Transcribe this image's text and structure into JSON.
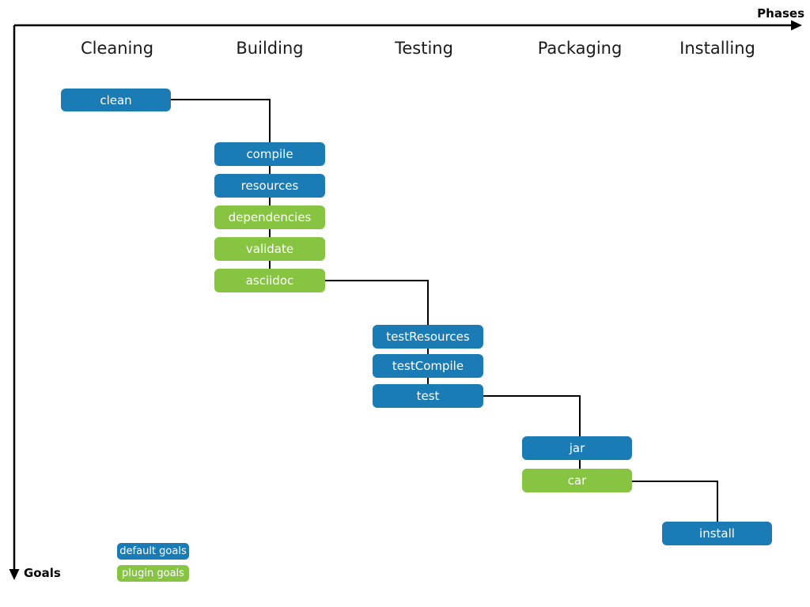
{
  "axes": {
    "x_label": "Phases",
    "y_label": "Goals"
  },
  "phases": [
    {
      "label": "Cleaning"
    },
    {
      "label": "Building"
    },
    {
      "label": "Testing"
    },
    {
      "label": "Packaging"
    },
    {
      "label": "Installing"
    }
  ],
  "nodes": [
    {
      "label": "clean",
      "phase": "Cleaning",
      "type": "default"
    },
    {
      "label": "compile",
      "phase": "Building",
      "type": "default"
    },
    {
      "label": "resources",
      "phase": "Building",
      "type": "default"
    },
    {
      "label": "dependencies",
      "phase": "Building",
      "type": "plugin"
    },
    {
      "label": "validate",
      "phase": "Building",
      "type": "plugin"
    },
    {
      "label": "asciidoc",
      "phase": "Building",
      "type": "plugin"
    },
    {
      "label": "testResources",
      "phase": "Testing",
      "type": "default"
    },
    {
      "label": "testCompile",
      "phase": "Testing",
      "type": "default"
    },
    {
      "label": "test",
      "phase": "Testing",
      "type": "default"
    },
    {
      "label": "jar",
      "phase": "Packaging",
      "type": "default"
    },
    {
      "label": "car",
      "phase": "Packaging",
      "type": "plugin"
    },
    {
      "label": "install",
      "phase": "Installing",
      "type": "default"
    }
  ],
  "legend": [
    {
      "label": "default goals",
      "color": "#1b7cb5"
    },
    {
      "label": "plugin goals",
      "color": "#86c441"
    }
  ],
  "colors": {
    "default_goal": "#1b7cb5",
    "plugin_goal": "#86c441",
    "connector": "#000000"
  }
}
